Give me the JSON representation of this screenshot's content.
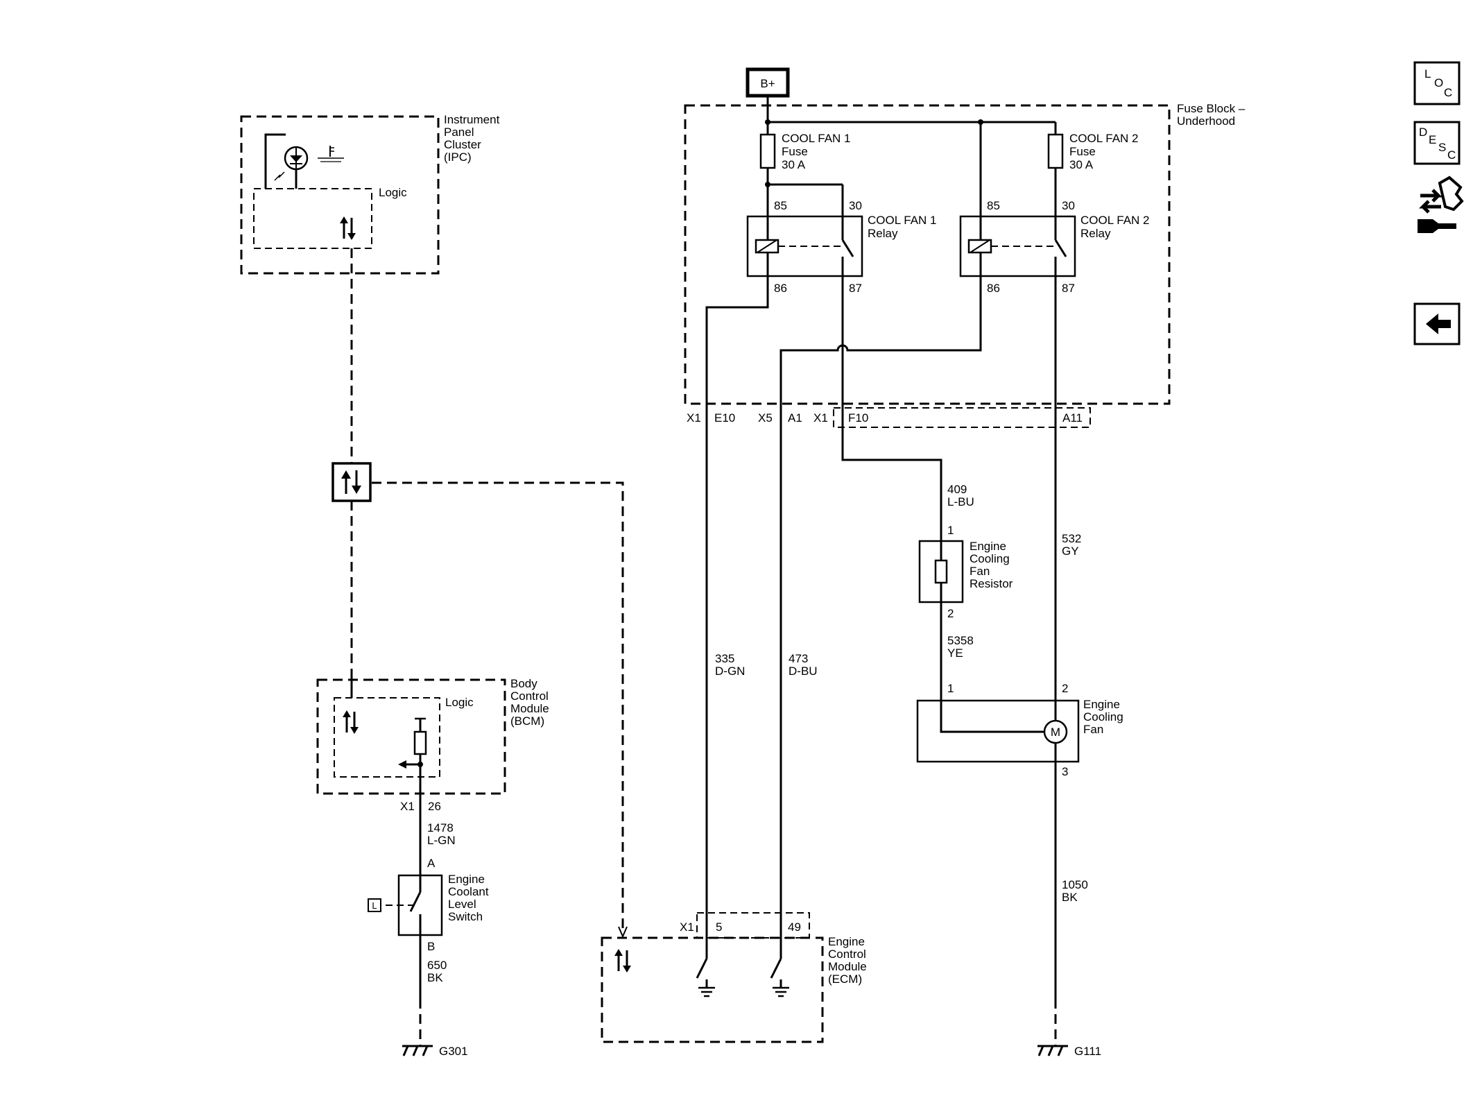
{
  "top_feed": {
    "label": "B+"
  },
  "fuse_block": {
    "title_line1": "Fuse Block –",
    "title_line2": "Underhood"
  },
  "fuse1": {
    "line1": "COOL FAN 1",
    "line2": "Fuse",
    "line3": "30 A"
  },
  "fuse2": {
    "line1": "COOL FAN 2",
    "line2": "Fuse",
    "line3": "30 A"
  },
  "relay1": {
    "line1": "COOL FAN 1",
    "line2": "Relay",
    "pin85": "85",
    "pin30": "30",
    "pin86": "86",
    "pin87": "87"
  },
  "relay2": {
    "line1": "COOL FAN 2",
    "line2": "Relay",
    "pin85": "85",
    "pin30": "30",
    "pin86": "86",
    "pin87": "87"
  },
  "connectors": {
    "x1_e10_a": "X1",
    "x1_e10_b": "E10",
    "x5_a1_a": "X5",
    "x5_a1_b": "A1",
    "x1_f10_a": "X1",
    "x1_f10_b": "F10",
    "a11": "A11"
  },
  "ipc": {
    "line1": "Instrument",
    "line2": "Panel",
    "line3": "Cluster",
    "line4": "(IPC)",
    "logic": "Logic"
  },
  "bcm": {
    "line1": "Body",
    "line2": "Control",
    "line3": "Module",
    "line4": "(BCM)",
    "logic": "Logic",
    "conn_a": "X1",
    "conn_b": "26"
  },
  "ecm": {
    "line1": "Engine",
    "line2": "Control",
    "line3": "Module",
    "line4": "(ECM)",
    "conn_a": "X1",
    "pin5": "5",
    "pin49": "49"
  },
  "wires": {
    "w409_num": "409",
    "w409_color": "L-BU",
    "w532_num": "532",
    "w532_color": "GY",
    "w5358_num": "5358",
    "w5358_color": "YE",
    "w335_num": "335",
    "w335_color": "D-GN",
    "w473_num": "473",
    "w473_color": "D-BU",
    "w1478_num": "1478",
    "w1478_color": "L-GN",
    "w650_num": "650",
    "w650_color": "BK",
    "w1050_num": "1050",
    "w1050_color": "BK"
  },
  "resistor": {
    "line1": "Engine",
    "line2": "Cooling",
    "line3": "Fan",
    "line4": "Resistor",
    "pin1": "1",
    "pin2": "2"
  },
  "fan": {
    "line1": "Engine",
    "line2": "Cooling",
    "line3": "Fan",
    "pin1": "1",
    "pin2": "2",
    "pin3": "3",
    "motor": "M"
  },
  "level_switch": {
    "line1": "Engine",
    "line2": "Coolant",
    "line3": "Level",
    "line4": "Switch",
    "pinA": "A",
    "pinB": "B",
    "tag": "L"
  },
  "grounds": {
    "g301": "G301",
    "g111": "G111"
  },
  "nav": {
    "loc": {
      "l": "L",
      "o": "O",
      "c": "C"
    },
    "desc": {
      "d": "D",
      "e": "E",
      "s": "S",
      "c": "C"
    },
    "back_icon": "left-arrow-icon",
    "connector_icon": "connector-tool-icon"
  }
}
